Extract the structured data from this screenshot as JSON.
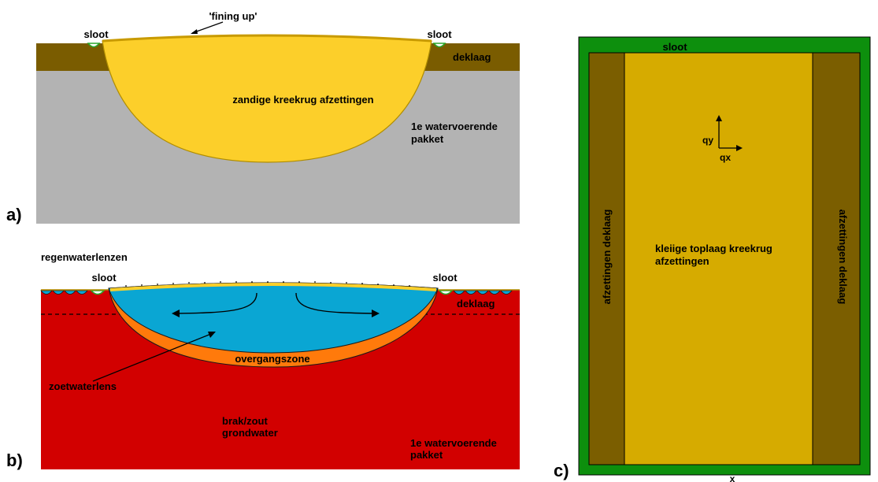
{
  "panel_a": {
    "marker": "a)",
    "sloot_left": "sloot",
    "sloot_right": "sloot",
    "fining_up": "'fining up'",
    "deklaag": "deklaag",
    "kreekrug": "zandige kreekrug afzettingen",
    "pakket_line1": "1e watervoerende",
    "pakket_line2": "pakket"
  },
  "panel_b": {
    "marker": "b)",
    "regenwaterlenzen": "regenwaterlenzen",
    "sloot_left": "sloot",
    "sloot_right": "sloot",
    "deklaag": "deklaag",
    "overgangszone": "overgangszone",
    "zoetwaterlens": "zoetwaterlens",
    "brak_line1": "brak/zout",
    "brak_line2": "grondwater",
    "pakket_line1": "1e watervoerende",
    "pakket_line2": "pakket"
  },
  "panel_c": {
    "marker": "c)",
    "sloot": "sloot",
    "afz_left": "afzettingen deklaag",
    "afz_right": "afzettingen deklaag",
    "toplaag_line1": "kleiige toplaag kreekrug",
    "toplaag_line2": "afzettingen",
    "qy": "qy",
    "qx": "qx",
    "x_axis": "x"
  },
  "colors": {
    "deklaag": "#7a5c00",
    "aquifer_grey": "#b3b3b3",
    "sand": "#fccf2a",
    "fresh_water": "#0aa6d3",
    "brackish": "#d20000",
    "transition": "#ff7a0b",
    "green_border": "#0d8f0d",
    "toplaag": "#d6ab00",
    "afzettingen_strip": "#7b5e00"
  }
}
